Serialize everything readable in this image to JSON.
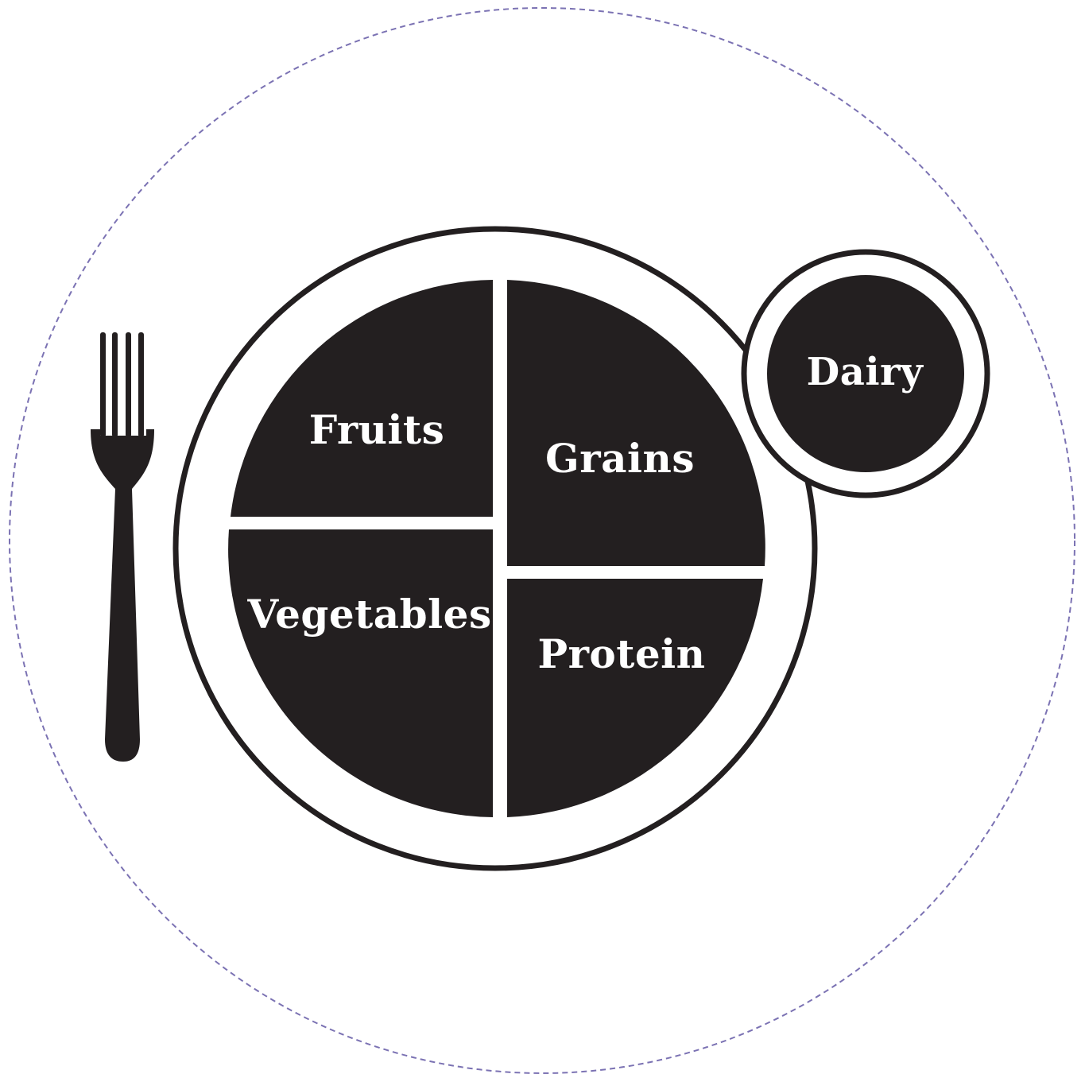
{
  "colors": {
    "ink": "#231f20",
    "background": "#ffffff",
    "outline_dash": "#7b72b3"
  },
  "icons": [
    "fork-icon"
  ],
  "plate": {
    "sections": {
      "fruits": "Fruits",
      "grains": "Grains",
      "vegetables": "Vegetables",
      "protein": "Protein"
    }
  },
  "dairy": {
    "label": "Dairy"
  }
}
